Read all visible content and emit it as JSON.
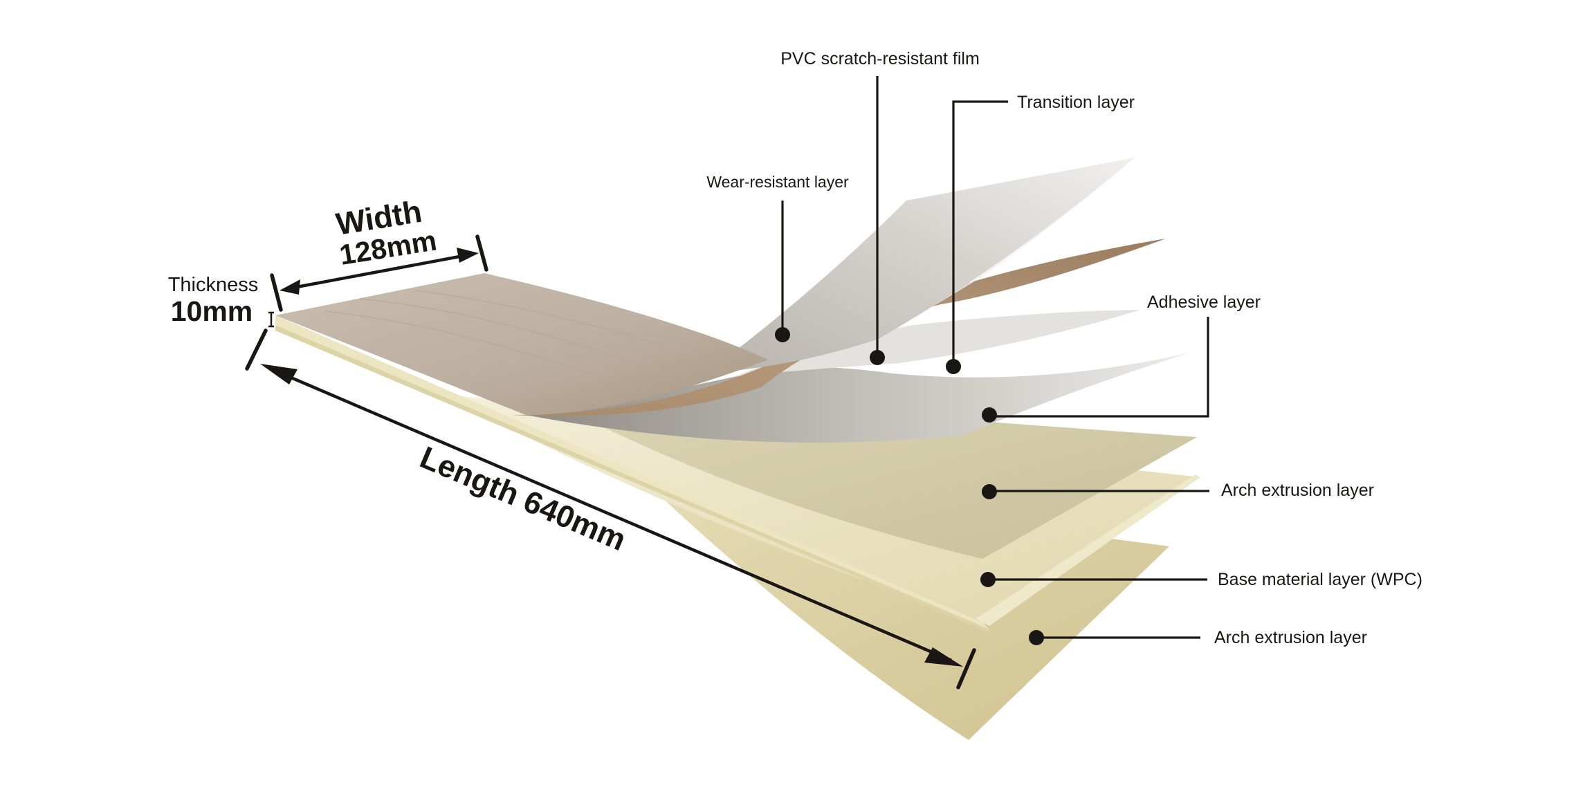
{
  "dimensions": {
    "width_label": "Width",
    "width_value": "128mm",
    "thickness_label": "Thickness",
    "thickness_value": "10mm",
    "length_label": "Length 640mm"
  },
  "layers": [
    {
      "id": "pvc-film",
      "label": "PVC scratch-resistant film"
    },
    {
      "id": "transition",
      "label": "Transition layer"
    },
    {
      "id": "wear",
      "label": "Wear-resistant layer"
    },
    {
      "id": "adhesive",
      "label": "Adhesive layer"
    },
    {
      "id": "arch-top",
      "label": "Arch extrusion layer"
    },
    {
      "id": "base",
      "label": "Base material layer (WPC)"
    },
    {
      "id": "arch-bottom",
      "label": "Arch extrusion layer"
    }
  ],
  "colors": {
    "ink": "#1a1615",
    "oak_dark": "#a68a6e",
    "oak_light": "#c9bcae",
    "film_gray": "#cfccc8",
    "cream": "#e9e2c4",
    "tan": "#d9ce9e"
  }
}
